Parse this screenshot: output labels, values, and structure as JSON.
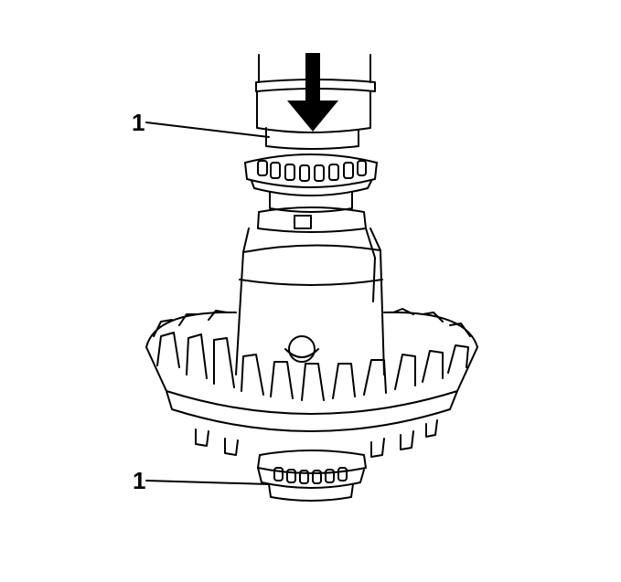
{
  "diagram": {
    "callouts": [
      {
        "id": "top",
        "label": "1"
      },
      {
        "id": "bottom",
        "label": "1"
      }
    ],
    "line_color": "#000000",
    "background": "#ffffff"
  }
}
